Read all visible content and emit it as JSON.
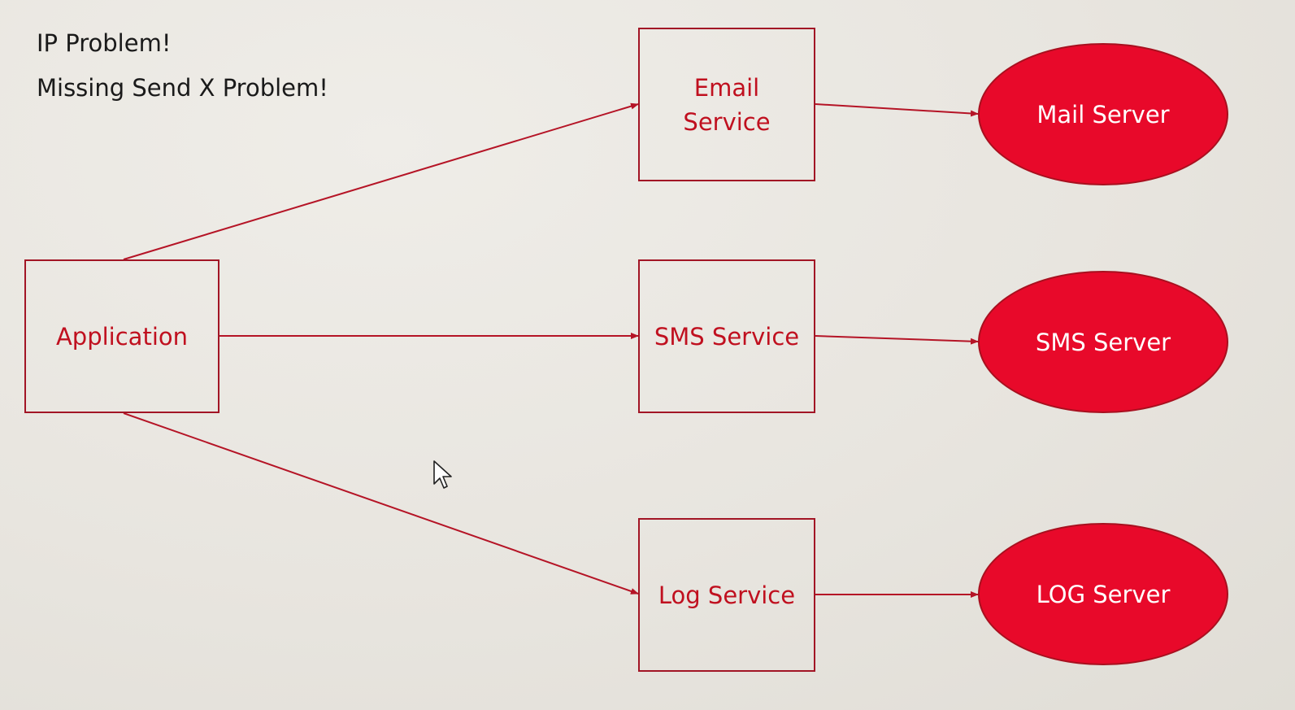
{
  "notes": {
    "line1": "IP Problem!",
    "line2": "Missing Send X Problem!"
  },
  "nodes": {
    "application": "Application",
    "email_service": "Email Service",
    "sms_service": "SMS Service",
    "log_service": "Log Service",
    "mail_server": "Mail Server",
    "sms_server": "SMS Server",
    "log_server": "LOG Server"
  },
  "colors": {
    "box_border": "#a21525",
    "box_text": "#c0101f",
    "server_fill": "#e8092a",
    "arrow": "#b51426"
  },
  "edges": [
    {
      "from": "application",
      "to": "email_service"
    },
    {
      "from": "application",
      "to": "sms_service"
    },
    {
      "from": "application",
      "to": "log_service"
    },
    {
      "from": "email_service",
      "to": "mail_server"
    },
    {
      "from": "sms_service",
      "to": "sms_server"
    },
    {
      "from": "log_service",
      "to": "log_server"
    }
  ],
  "icons": {
    "cursor": "mouse-pointer-icon"
  }
}
